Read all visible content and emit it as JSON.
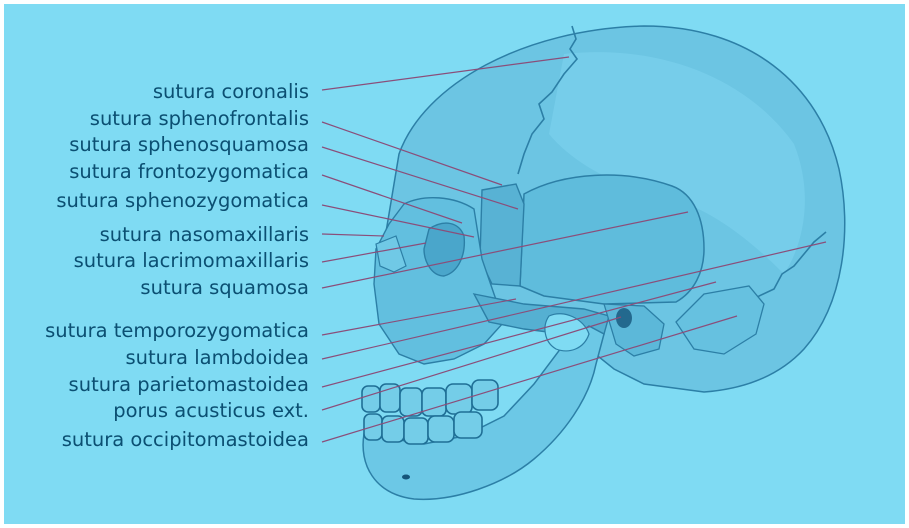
{
  "labels": {
    "coronalis": "sutura coronalis",
    "sphenofrontalis": "sutura sphenofrontalis",
    "sphenosquamosa": "sutura sphenosquamosa",
    "frontozygomatica": "sutura frontozygomatica",
    "sphenozygomatica": "sutura sphenozygomatica",
    "nasomaxillaris": "sutura nasomaxillaris",
    "lacrimomaxillaris": "sutura lacrimomaxillaris",
    "squamosa": "sutura squamosa",
    "temporozygomatica": "sutura temporozygomatica",
    "lambdoidea": "sutura lambdoidea",
    "parietomastoidea": "sutura parietomastoidea",
    "porus": "porus acusticus ext.",
    "occipitomastoidea": "sutura occipitomastoidea"
  },
  "colors": {
    "background": "#7fdbf3",
    "bone": "#5fbcdc",
    "outline": "#2c7fa6",
    "leader_line": "#8a4e7a",
    "label_text": "#0b4f72"
  }
}
